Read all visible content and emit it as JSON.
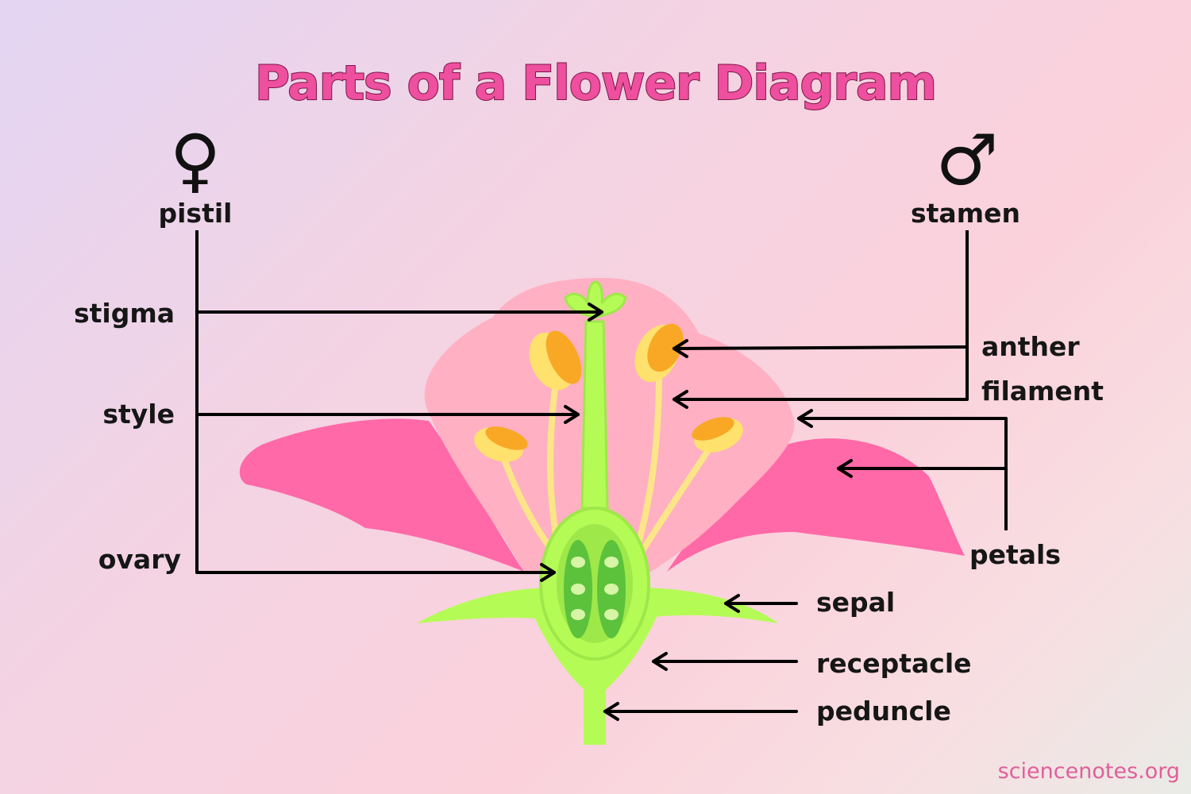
{
  "title": "Parts of a Flower Diagram",
  "groups": {
    "pistil": {
      "symbol": "♀",
      "label": "pistil"
    },
    "stamen": {
      "symbol": "♂",
      "label": "stamen"
    }
  },
  "labels": {
    "stigma": "stigma",
    "style": "style",
    "ovary": "ovary",
    "anther": "anther",
    "filament": "filament",
    "petals": "petals",
    "sepal": "sepal",
    "receptacle": "receptacle",
    "peduncle": "peduncle"
  },
  "credit": "sciencenotes.org",
  "colors": {
    "petal_dark": "#ff69a8",
    "petal_light": "#ffb0c2",
    "green_light": "#b5fb55",
    "green_mid": "#9ee84a",
    "green_dark": "#5cc23c",
    "anther_yellow": "#ffe16e",
    "anther_orange": "#f9a825",
    "filament": "#fce588"
  }
}
